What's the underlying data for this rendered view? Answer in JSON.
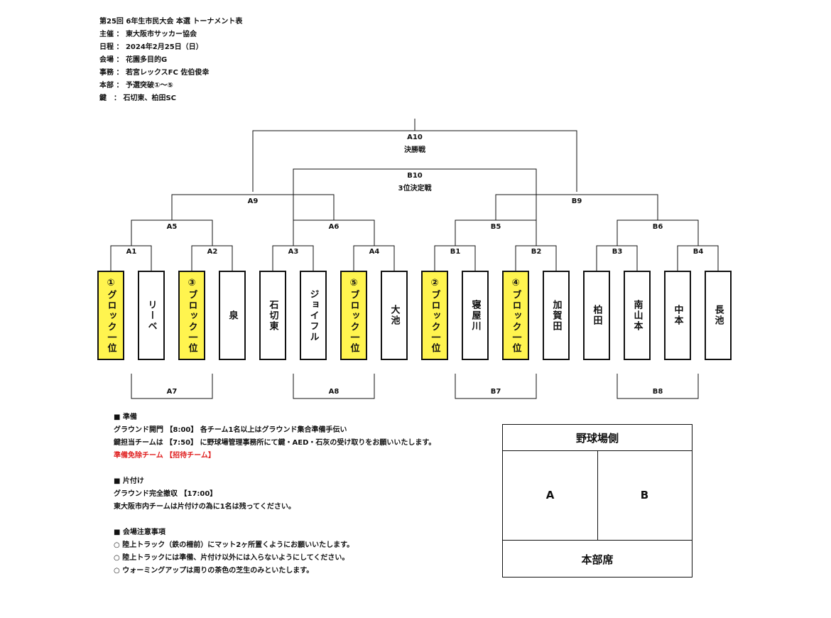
{
  "info": {
    "title": "第25回 6年生市民大会 本選 トーナメント表",
    "host": "主催 ： 東大阪市サッカー協会",
    "date": "日程 ： 2024年2月25日（日）",
    "venue": "会場 ： 花園多目的G",
    "office": "事務 ： 若宮レックスFC 佐伯俊幸",
    "hq": "本部 ： 予選突破①〜⑤",
    "key": "鍵　： 石切東、柏田SC"
  },
  "bracket": {
    "final_code": "A10",
    "final_label": "決勝戦",
    "third_code": "B10",
    "third_label": "3位決定戦",
    "semi_left": "A9",
    "semi_right": "B9",
    "qf": [
      "A5",
      "A6",
      "B5",
      "B6"
    ],
    "r1": [
      "A1",
      "A2",
      "A3",
      "A4",
      "B1",
      "B2",
      "B3",
      "B4"
    ],
    "consolation": [
      "A7",
      "A8",
      "B7",
      "B8"
    ]
  },
  "teams": [
    {
      "name": "①グロック一位",
      "highlight": true
    },
    {
      "name": "リーベ",
      "highlight": false
    },
    {
      "name": "③ブロック一位",
      "highlight": true
    },
    {
      "name": "泉",
      "highlight": false
    },
    {
      "name": "石切東",
      "highlight": false
    },
    {
      "name": "ジョイフル",
      "highlight": false
    },
    {
      "name": "⑤ブロック一位",
      "highlight": true
    },
    {
      "name": "大池",
      "highlight": false
    },
    {
      "name": "②ブロック一位",
      "highlight": true
    },
    {
      "name": "寝屋川",
      "highlight": false
    },
    {
      "name": "④ブロック一位",
      "highlight": true
    },
    {
      "name": "加賀田",
      "highlight": false
    },
    {
      "name": "柏田",
      "highlight": false
    },
    {
      "name": "南山本",
      "highlight": false
    },
    {
      "name": "中本",
      "highlight": false
    },
    {
      "name": "長池",
      "highlight": false
    }
  ],
  "notes": {
    "prep_head": "■ 準備",
    "prep_1": "グラウンド開門 【8:00】 各チーム1名以上はグラウンド集合準備手伝い",
    "prep_2": "鍵担当チームは 【7:50】 に野球場管理事務所にて鍵・AED・石灰の受け取りをお願いいたします。",
    "prep_3": "準備免除チーム 【招待チーム】",
    "clean_head": "■ 片付け",
    "clean_1": "グラウンド完全撤収 【17:00】",
    "clean_2": "東大阪市内チームは片付けの為に1名は残ってください。",
    "caution_head": "■ 会場注意事項",
    "caution_1": "○ 陸上トラック（鉄の柵前）にマット2ヶ所置くようにお願いいたします。",
    "caution_2": "○ 陸上トラックには準備、片付け以外には入らないようにしてください。",
    "caution_3": "○ ウォーミングアップは周りの茶色の芝生のみといたします。"
  },
  "field": {
    "top": "野球場側",
    "left": "A",
    "right": "B",
    "bottom": "本部席"
  },
  "colors": {
    "highlight": "#fff44f",
    "line": "#111111",
    "red": "#e02020"
  }
}
